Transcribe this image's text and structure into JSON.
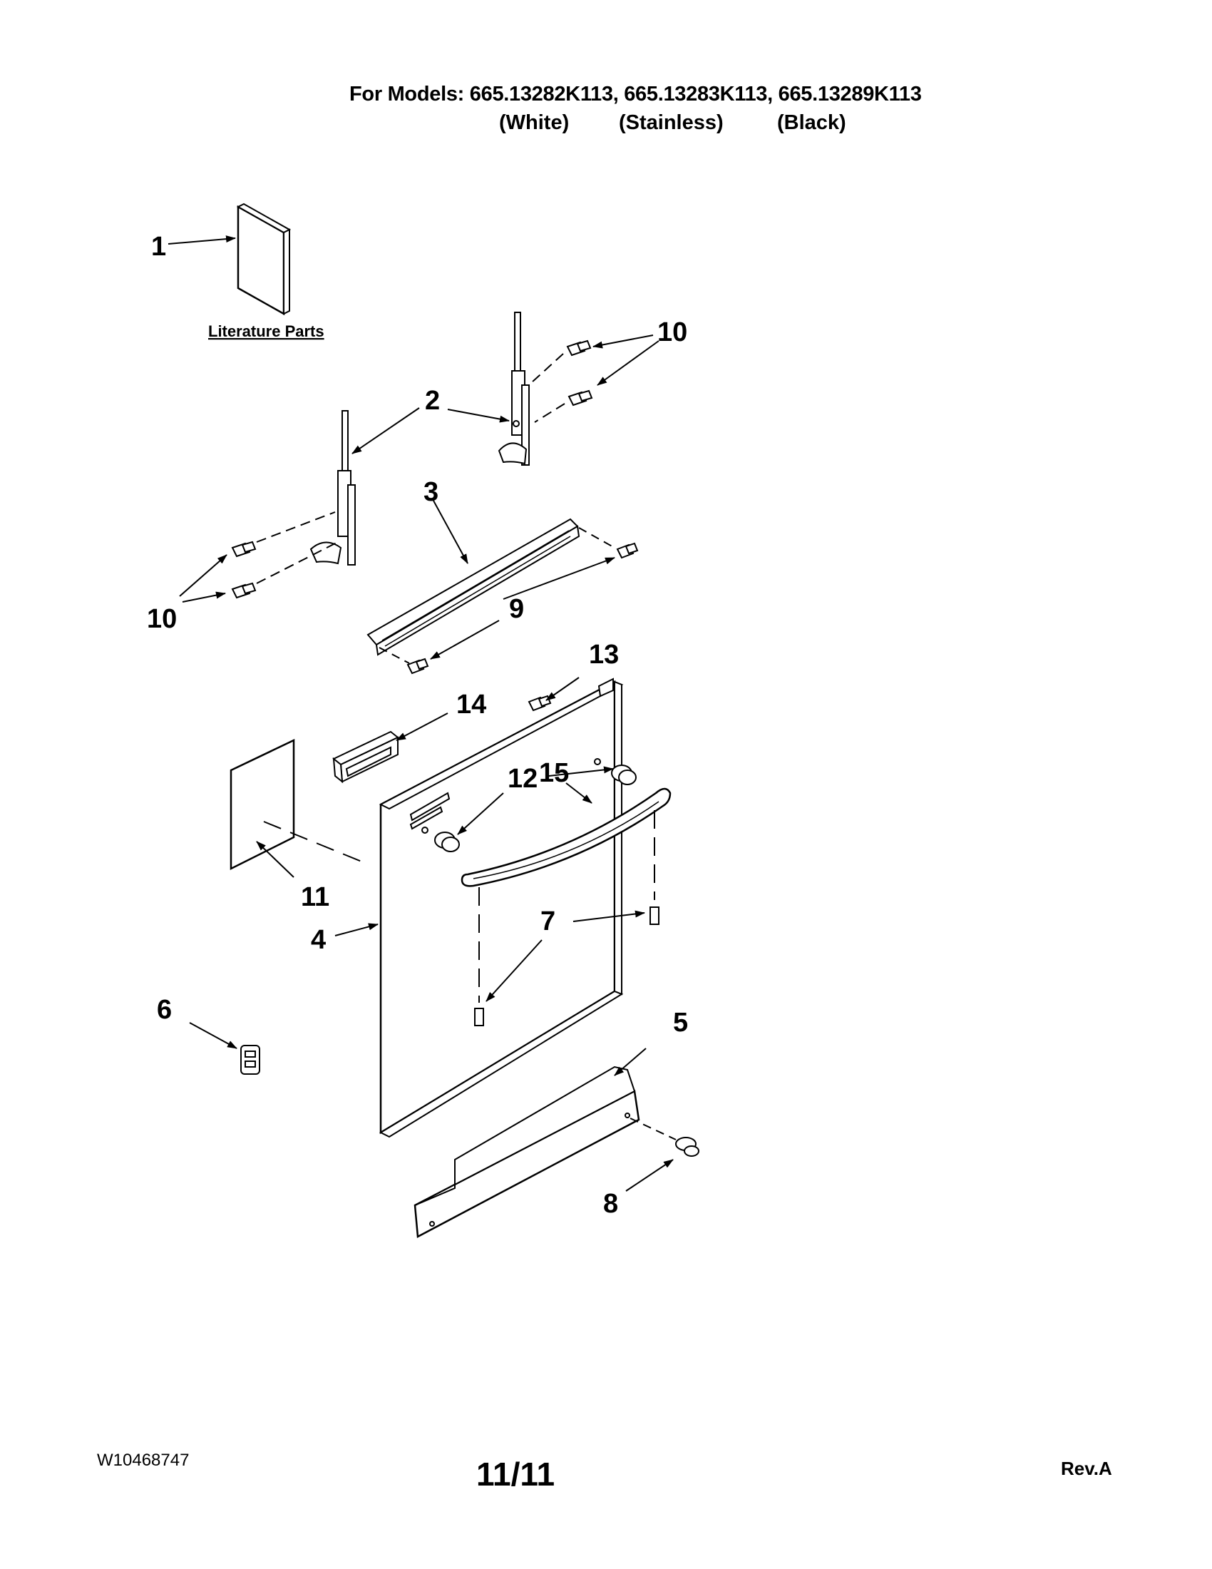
{
  "header": {
    "models_line": "For Models: 665.13282K113, 665.13283K113, 665.13289K113",
    "variants": [
      "(White)",
      "(Stainless)",
      "(Black)"
    ]
  },
  "diagram": {
    "literature_label": "Literature Parts",
    "callouts": [
      "1",
      "2",
      "3",
      "4",
      "5",
      "6",
      "7",
      "8",
      "9",
      "10",
      "10",
      "11",
      "12",
      "13",
      "14",
      "15"
    ]
  },
  "footer": {
    "doc_number": "W10468747",
    "page": "11/11",
    "revision": "Rev.A"
  }
}
